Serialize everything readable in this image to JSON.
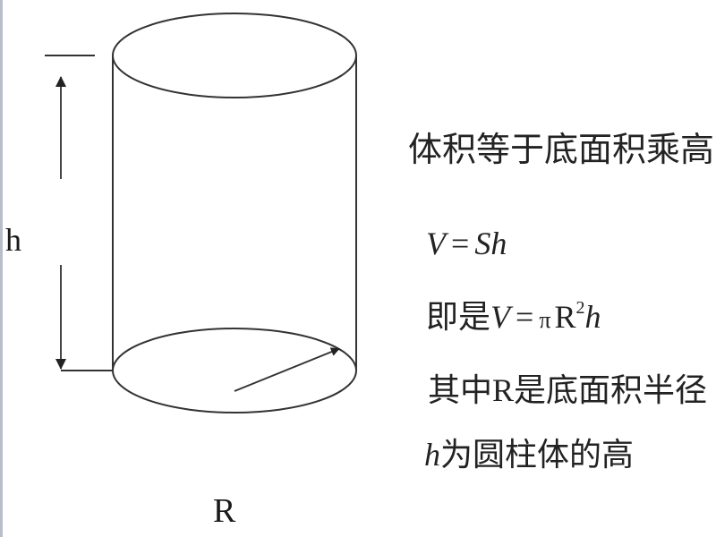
{
  "diagram": {
    "type": "cylinder-volume-illustration",
    "labels": {
      "height": "h",
      "radius": "R"
    },
    "colors": {
      "stroke": "#333333",
      "background": "#ffffff",
      "left_border": "#b9bccb"
    }
  },
  "explanation": {
    "line1": "体积等于底面积乘高",
    "line2": {
      "V": "V",
      "eq": "=",
      "rhs": "Sh"
    },
    "line3": {
      "prefix": "即是",
      "V": "V",
      "eq": "=",
      "pi": "π",
      "R": "R",
      "exp": "2",
      "h": "h"
    },
    "line4": {
      "prefix": "其中",
      "R": "R",
      "suffix": "是底面积半径"
    },
    "line5": {
      "h": "h",
      "suffix": "为圆柱体的高"
    }
  }
}
